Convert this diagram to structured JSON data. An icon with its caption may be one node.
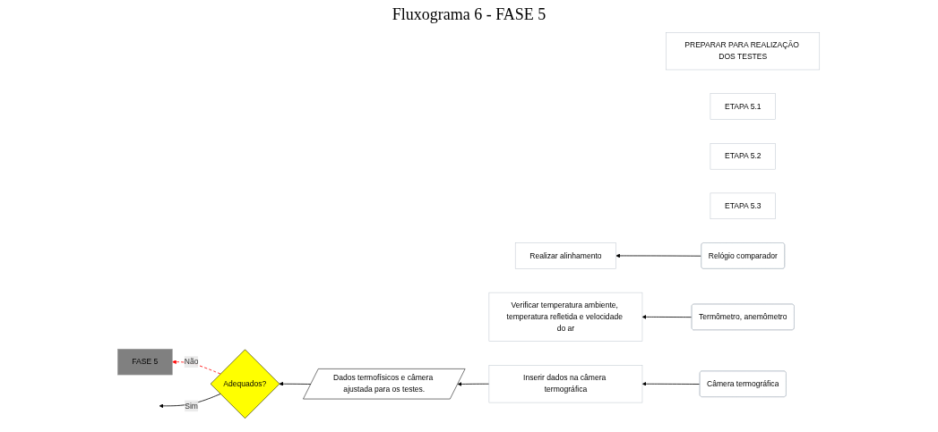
{
  "diagram": {
    "title": "Fluxograma 6 - FASE 5",
    "nodes": [
      {
        "text": [
          "FASE 5"
        ]
      },
      {
        "text": [
          "PREPARAR PARA REALIZAÇÃO DOS TESTES"
        ]
      },
      {
        "text": [
          "ETAPA 5.1"
        ]
      },
      {
        "text": [
          "Realizar alinhamento"
        ]
      },
      {
        "text": [
          "ETAPA 5.2"
        ]
      },
      {
        "text": [
          "Verificar temperatura ambiente, temperatura refletida e velocidade do ar"
        ]
      },
      {
        "text": [
          "ETAPA 5.3"
        ]
      },
      {
        "text": [
          "Inserir dados na câmera termográfica"
        ]
      },
      {
        "text": [
          "Relógio comparador"
        ]
      },
      {
        "text": [
          "Termômetro, anemômetro"
        ]
      },
      {
        "text": [
          "Câmera termográfica"
        ]
      },
      {
        "text": [
          "Dados termofísicos e câmera ajustada para os testes."
        ]
      },
      {
        "text": [
          "Adequados?"
        ]
      }
    ],
    "edges": [
      {
        "from": 8,
        "to": 3,
        "arrow": "to"
      },
      {
        "from": 9,
        "to": 5,
        "arrow": "to"
      },
      {
        "from": 10,
        "to": 7,
        "arrow": "to"
      },
      {
        "from": 7,
        "to": 11,
        "arrow": "to"
      },
      {
        "from": 11,
        "to": 12,
        "arrow": "to"
      },
      {
        "from": 12,
        "to": 0,
        "arrow": "to",
        "label": "Não",
        "style": "dashed",
        "color": "#ff0000"
      },
      {
        "from": 12,
        "to": null,
        "arrow": "to",
        "label": "Sim"
      }
    ]
  }
}
